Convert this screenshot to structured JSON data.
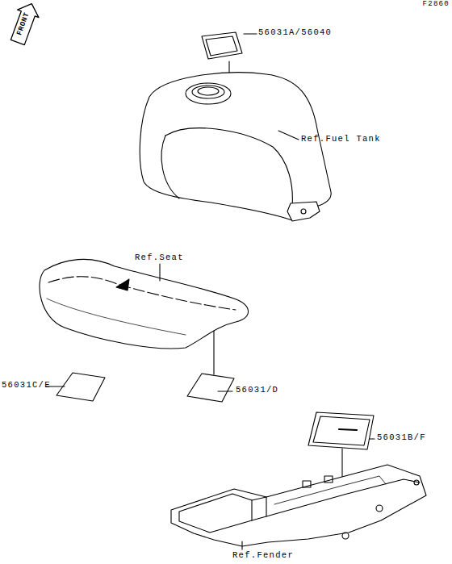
{
  "diagram": {
    "labels": [
      "FRONT",
      "F2860",
      "56031A/56040",
      "Ref.Fuel Tank",
      "Ref.Seat",
      "56031C/E",
      "56031/D",
      "56031B/F",
      "Ref.Fender"
    ]
  }
}
